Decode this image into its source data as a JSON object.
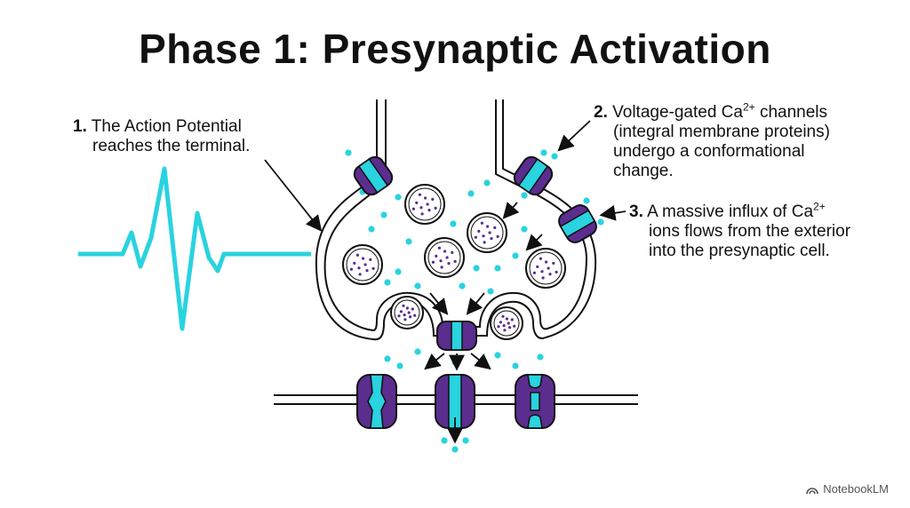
{
  "title": "Phase 1: Presynaptic Activation",
  "annotations": [
    {
      "num": "1.",
      "line1": "The Action Potential",
      "line2": "reaches the terminal."
    },
    {
      "num": "2.",
      "line1_pre": "Voltage-gated Ca",
      "line1_sup": "2+",
      "line1_post": " channels",
      "line2": "(integral membrane proteins)",
      "line3": "undergo a conformational",
      "line4": "change."
    },
    {
      "num": "3.",
      "line1_pre": "A massive influx of Ca",
      "line1_sup": "2+",
      "line2": "ions flows from the exterior",
      "line3": "into the presynaptic cell."
    }
  ],
  "brand": "NotebookLM",
  "colors": {
    "cyan": "#29d3df",
    "purple": "#5b2d8e",
    "outline": "#111111",
    "dots": "#5b2d8e"
  },
  "icons": [
    "notebooklm-logo-icon"
  ]
}
